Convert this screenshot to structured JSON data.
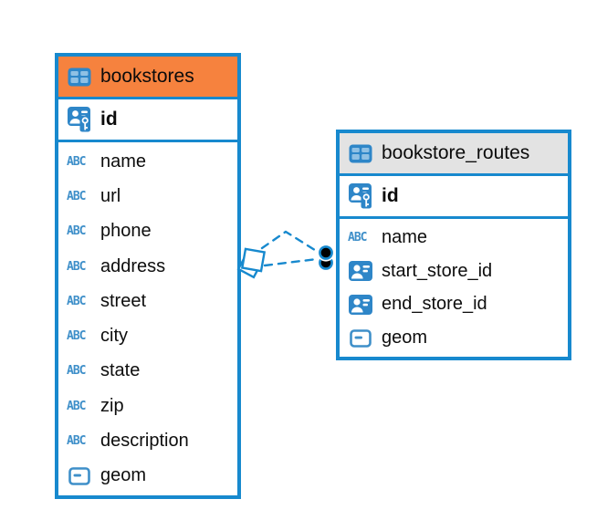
{
  "diagram": {
    "colors": {
      "accent_blue": "#1789CE",
      "icon_blue": "#2E86C8",
      "type_icon_blue": "#3E8FC9",
      "bookstores_header": "#F6823E",
      "routes_header": "#E3E3E3"
    },
    "type_labels": {
      "text": "ABC"
    },
    "tables": [
      {
        "title": "bookstores",
        "header_color": "#F6823E",
        "primary_key": "id",
        "columns": [
          {
            "name": "name",
            "type": "text"
          },
          {
            "name": "url",
            "type": "text"
          },
          {
            "name": "phone",
            "type": "text"
          },
          {
            "name": "address",
            "type": "text"
          },
          {
            "name": "street",
            "type": "text"
          },
          {
            "name": "city",
            "type": "text"
          },
          {
            "name": "state",
            "type": "text"
          },
          {
            "name": "zip",
            "type": "text"
          },
          {
            "name": "description",
            "type": "text"
          },
          {
            "name": "geom",
            "type": "geometry"
          }
        ]
      },
      {
        "title": "bookstore_routes",
        "header_color": "#E3E3E3",
        "primary_key": "id",
        "columns": [
          {
            "name": "name",
            "type": "text"
          },
          {
            "name": "start_store_id",
            "type": "reference"
          },
          {
            "name": "end_store_id",
            "type": "reference"
          },
          {
            "name": "geom",
            "type": "geometry"
          }
        ]
      }
    ],
    "relationships": [
      {
        "from": "bookstore_routes.start_store_id",
        "to": "bookstores.id",
        "style": "dashed"
      },
      {
        "from": "bookstore_routes.end_store_id",
        "to": "bookstores.id",
        "style": "dashed"
      }
    ]
  }
}
